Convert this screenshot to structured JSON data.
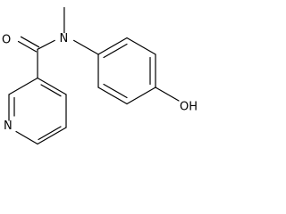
{
  "atoms": {
    "oxygen_carbonyl": "O",
    "nitrogen_amide": "N",
    "hydroxyl": "OH",
    "nitrogen_pyridine": "N"
  }
}
